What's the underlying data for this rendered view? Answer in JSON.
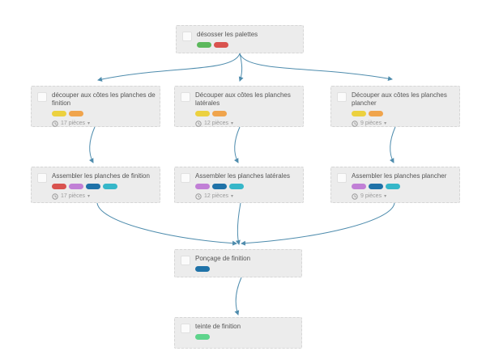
{
  "colors": {
    "page_bg": "#ffffff",
    "node_bg": "#ececec",
    "node_border": "#d6d6d6",
    "checkbox_bg": "#fbfbfb",
    "checkbox_border": "#e0e0e0",
    "title_text": "#555555",
    "meta_text": "#9b9b9b",
    "arrow": "#4e8cad"
  },
  "tag_colors": {
    "green": "#5cb85c",
    "red": "#d9534f",
    "yellow": "#ecd13f",
    "orange": "#f0a44c",
    "purple": "#c17fd6",
    "blue": "#1f72a8",
    "cyan": "#36b7c9",
    "light_green": "#5ed48c"
  },
  "icons": {
    "clock": "clock-circle",
    "caret_down": "▾"
  },
  "nodes": [
    {
      "title": "désosser les palettes",
      "tags": [
        "green",
        "red"
      ]
    },
    {
      "title": "découper aux côtes les planches de finition",
      "tags": [
        "yellow",
        "orange"
      ],
      "pieces": "17 pièces"
    },
    {
      "title": "Découper aux côtes les planches latérales",
      "tags": [
        "yellow",
        "orange"
      ],
      "pieces": "12 pièces"
    },
    {
      "title": "Découper aux côtes les planches plancher",
      "tags": [
        "yellow",
        "orange"
      ],
      "pieces": "9 pièces"
    },
    {
      "title": "Assembler les planches de finition",
      "tags": [
        "red",
        "purple",
        "blue",
        "cyan"
      ],
      "pieces": "17 pièces"
    },
    {
      "title": "Assembler les planches latérales",
      "tags": [
        "purple",
        "blue",
        "cyan"
      ],
      "pieces": "12 pièces"
    },
    {
      "title": "Assembler les planches plancher",
      "tags": [
        "purple",
        "blue",
        "cyan"
      ],
      "pieces": "9 pièces"
    },
    {
      "title": "Ponçage de finition",
      "tags": [
        "blue"
      ]
    },
    {
      "title": "teinte de finition",
      "tags": [
        "light_green"
      ]
    }
  ]
}
